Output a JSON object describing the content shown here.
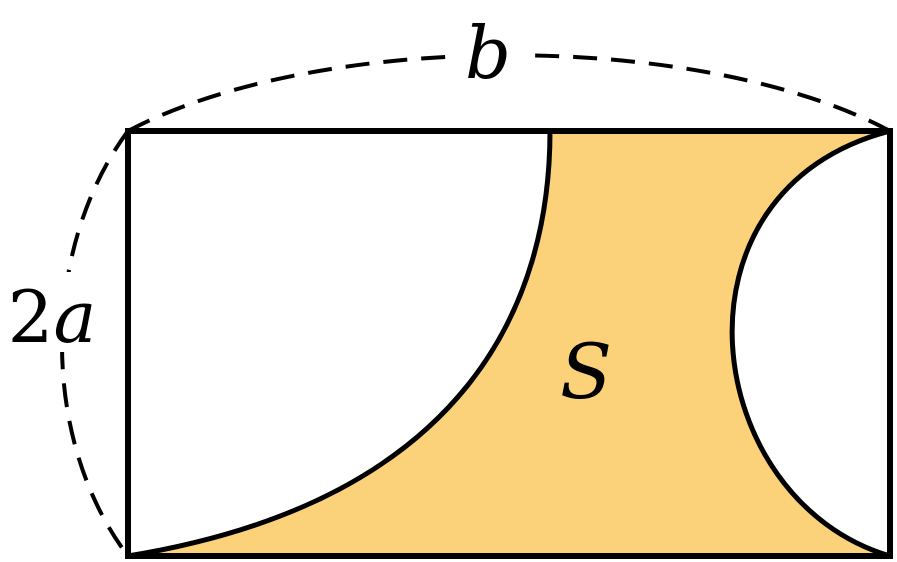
{
  "figure": {
    "labels": {
      "width": "b",
      "height_coefficient": "2",
      "height_variable": "a",
      "shaded_region": "S"
    },
    "colors": {
      "shaded_fill": "#FBD27A",
      "stroke": "#000000",
      "background": "#FFFFFF"
    }
  }
}
